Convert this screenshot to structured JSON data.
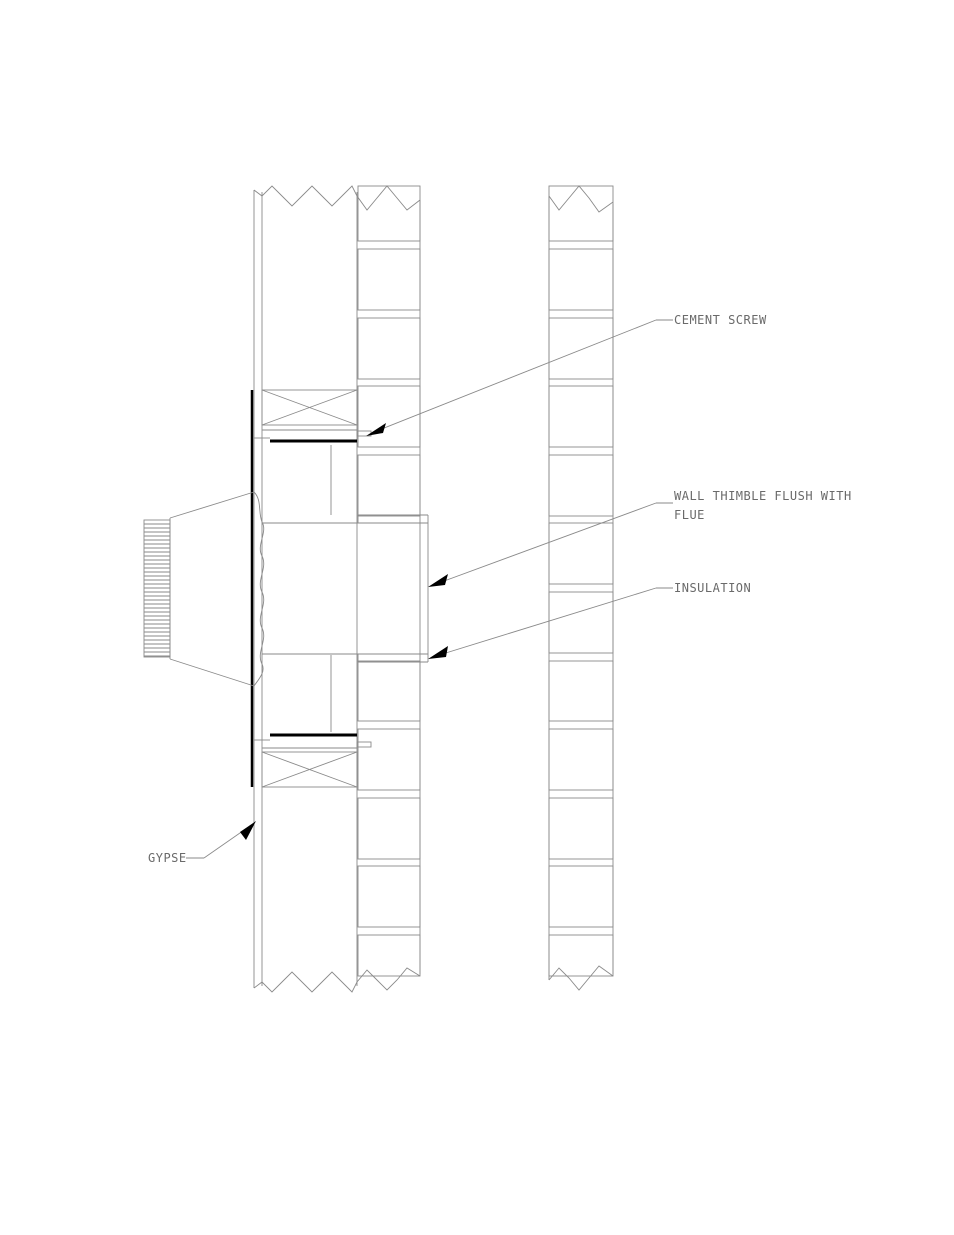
{
  "labels": {
    "cement_screw": "CEMENT SCREW",
    "wall_thimble_line1": "WALL THIMBLE FLUSH WITH",
    "wall_thimble_line2": "FLUE",
    "insulation": "INSULATION",
    "gypse": "GYPSE"
  }
}
